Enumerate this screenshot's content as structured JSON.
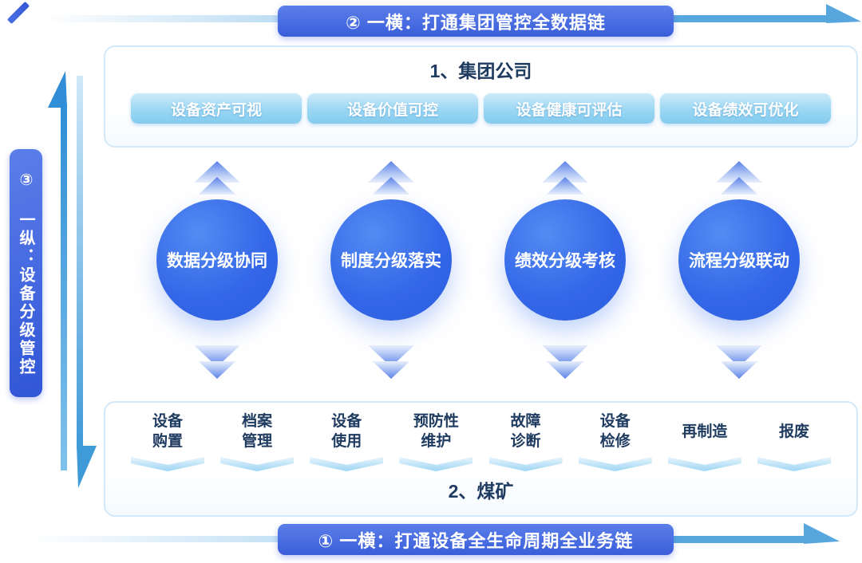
{
  "top_banner": {
    "label": "② 一横：打通集团管控全数据链"
  },
  "bottom_banner": {
    "label": "① 一横：打通设备全生命周期全业务链"
  },
  "left_banner": {
    "label": "③ 一纵：设备分级管控"
  },
  "group_box": {
    "title": "1、集团公司",
    "pills": [
      "设备资产可视",
      "设备价值可控",
      "设备健康可评估",
      "设备绩效可优化"
    ]
  },
  "circles": [
    "数据分级协同",
    "制度分级落实",
    "绩效分级考核",
    "流程分级联动"
  ],
  "mine_box": {
    "title": "2、煤矿",
    "items": [
      "设备\n购置",
      "档案\n管理",
      "设备\n使用",
      "预防性\n维护",
      "故障\n诊断",
      "设备\n检修",
      "再制造",
      "报废"
    ]
  },
  "colors": {
    "banner_blue_top": "#5b7eea",
    "banner_blue_bottom": "#3a5ed9",
    "arrow_sky": "#58a6de",
    "fade_line": "#bcdcf3",
    "pill_gradient_top": "#cdebf9",
    "pill_gradient_bottom": "#84cbee",
    "circle_gradient_light": "#548bf2",
    "circle_gradient_dark": "#2a5ce0",
    "navy_text": "#1f3b60",
    "box_border": "#d3e8f8",
    "chevron_blue": "#5b82e8",
    "item_chevron_blue": "#9ed5f3"
  }
}
